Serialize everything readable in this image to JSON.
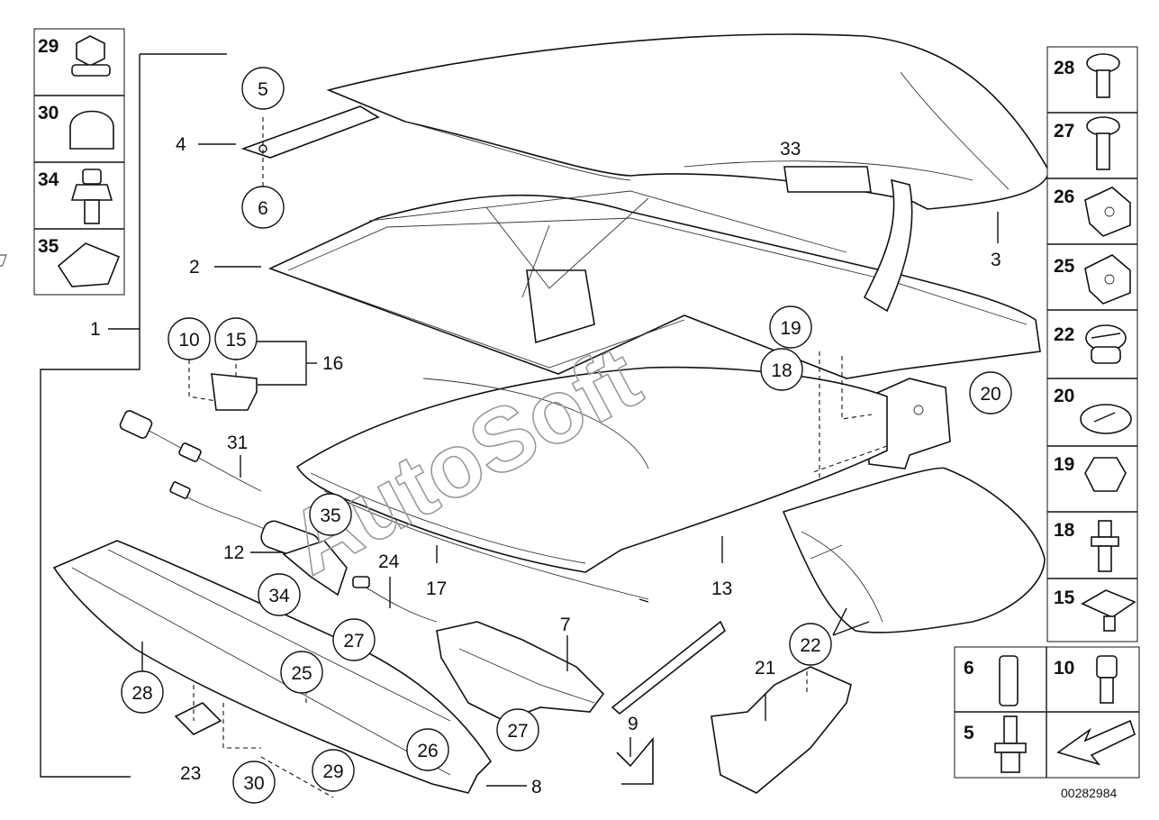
{
  "diagram_code": "00282984",
  "watermark": "AutoSoft",
  "left_panel": [
    {
      "label": "29",
      "icon": "hex-nut-icon"
    },
    {
      "label": "30",
      "icon": "dome-cap-icon"
    },
    {
      "label": "34",
      "icon": "threaded-bolt-icon"
    },
    {
      "label": "35",
      "icon": "grommet-icon"
    }
  ],
  "right_panel": [
    {
      "label": "28",
      "icon": "flange-screw-icon"
    },
    {
      "label": "27",
      "icon": "flange-screw-long-icon"
    },
    {
      "label": "26",
      "icon": "spring-clip-icon"
    },
    {
      "label": "25",
      "icon": "spring-clip-icon"
    },
    {
      "label": "22",
      "icon": "split-grommet-icon"
    },
    {
      "label": "20",
      "icon": "slot-washer-icon"
    },
    {
      "label": "19",
      "icon": "hex-nut-icon"
    },
    {
      "label": "18",
      "icon": "stud-bolt-icon"
    },
    {
      "label": "15",
      "icon": "square-clip-icon"
    }
  ],
  "bottom_right_panel": [
    {
      "label": "6",
      "icon": "pin-icon"
    },
    {
      "label": "10",
      "icon": "socket-screw-icon"
    },
    {
      "label": "5",
      "icon": "rivet-icon"
    },
    {
      "label": "",
      "icon": "direction-arrow-icon"
    }
  ],
  "callouts_plain": [
    "1",
    "2",
    "3",
    "4",
    "7",
    "8",
    "9",
    "12",
    "13",
    "16",
    "17",
    "21",
    "23",
    "24",
    "28",
    "31",
    "33"
  ],
  "callouts_circled": [
    "5",
    "6",
    "10",
    "15",
    "19",
    "18",
    "20",
    "35",
    "34",
    "27",
    "25",
    "22",
    "27",
    "28",
    "26",
    "29",
    "30"
  ]
}
